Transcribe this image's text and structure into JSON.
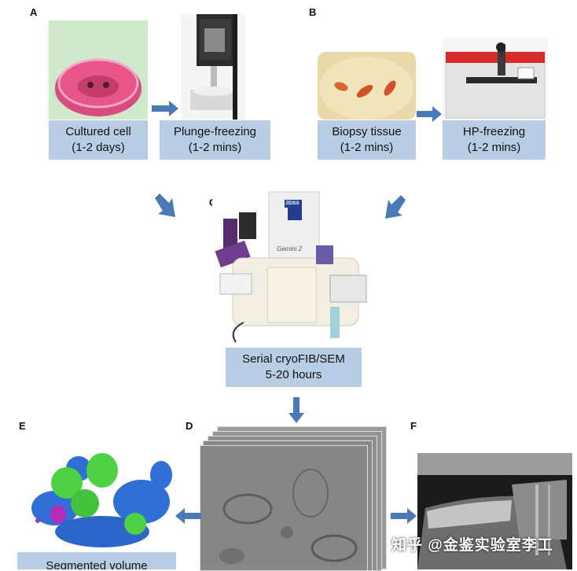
{
  "panels": {
    "a": {
      "letter": "A",
      "step1": {
        "title": "Cultured cell",
        "duration": "(1-2 days)"
      },
      "step2": {
        "title": "Plunge-freezing",
        "duration": "(1-2 mins)"
      }
    },
    "b": {
      "letter": "B",
      "step1": {
        "title": "Biopsy tissue",
        "duration": "(1-2 mins)"
      },
      "step2": {
        "title": "HP-freezing",
        "duration": "(1-2 mins)"
      }
    },
    "c": {
      "letter": "C",
      "instrument_badge": "ZEISS",
      "instrument_model": "Gemini 2",
      "title": "Serial cryoFIB/SEM",
      "duration": "5-20 hours"
    },
    "d": {
      "letter": "D"
    },
    "e": {
      "letter": "E",
      "caption": "Segmented volume"
    },
    "f": {
      "letter": "F"
    }
  },
  "watermark": "知乎 @金鉴实验室李工",
  "colors": {
    "label_box": "#b8cce4",
    "arrow": "#4a7ab5",
    "membrane_blue": "#2f6fd6",
    "organelle_green": "#4fd146",
    "organelle_magenta": "#b12fb8"
  }
}
